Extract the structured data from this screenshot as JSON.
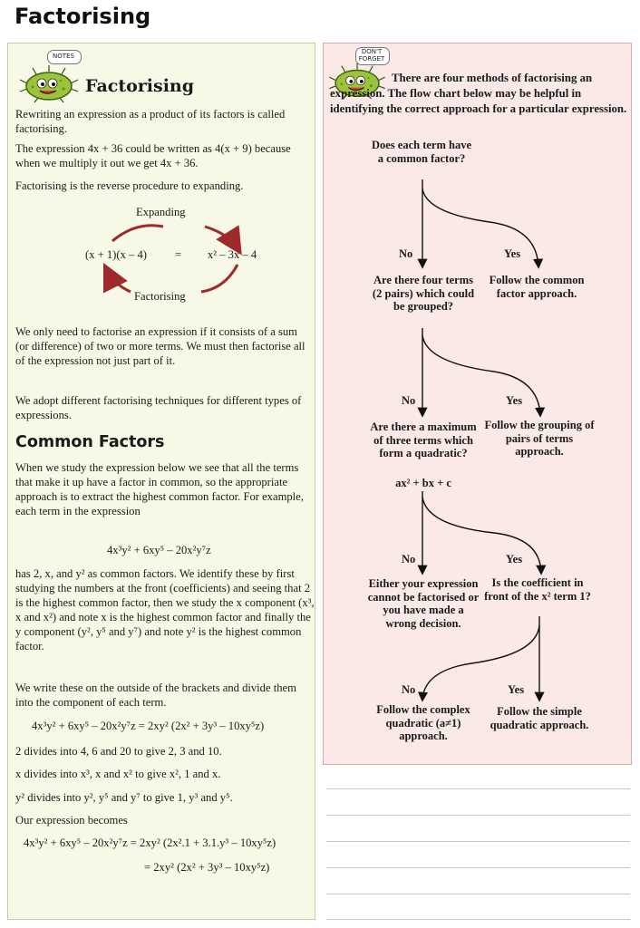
{
  "page_title": "Factorising",
  "notes_tag": "NOTES",
  "dont_forget_tag_line1": "DON'T",
  "dont_forget_tag_line2": "FORGET",
  "left": {
    "heading": "Factorising",
    "p1": "Rewriting an expression as a product of its factors is called factorising.",
    "p2": "The expression 4x + 36 could be written as 4(x + 9) because when we multiply it out we get 4x + 36.",
    "p3": "Factorising is the reverse procedure to expanding.",
    "diagram": {
      "expanding": "Expanding",
      "factorising": "Factorising",
      "lhs": "(x + 1)(x – 4)",
      "eq": "=",
      "rhs": "x² – 3x – 4"
    },
    "p4": "We only need to factorise an expression if it consists of a sum (or difference) of two or more terms.  We must then factorise all of the expression not just part of it.",
    "p5": "We adopt different factorising techniques for different types of expressions.",
    "common_heading": "Common Factors",
    "p6": "When we study the expression below we see that all the terms that make it up have a factor in common, so the appropriate approach is to extract the highest common factor.  For example, each term in the expression",
    "expr1": "4x³y² + 6xy⁵ – 20x²y⁷z",
    "p7": "has 2, x, and y² as common factors.  We identify these by first studying the numbers at the front (coefficients) and seeing that 2 is the highest common factor, then we study the x component (x³, x and x²) and note x is the highest common factor and finally the y component (y², y⁵ and y⁷) and note y² is the highest common factor.",
    "p8": "We write these on the outside of the brackets and divide them into the component of each term.",
    "expr2": "4x³y² + 6xy⁵ – 20x²y⁷z  = 2xy² (2x² + 3y³ – 10xy⁵z)",
    "l1": "2 divides into 4, 6 and 20 to give 2, 3 and 10.",
    "l2": "x divides into x³, x and x²  to give x², 1 and x.",
    "l3": "y² divides into y², y⁵ and y⁷  to give 1, y³ and y⁵.",
    "l4": "Our expression becomes",
    "expr3": "4x³y² + 6xy⁵ – 20x²y⁷z = 2xy² (2x².1 + 3.1.y³ – 10xy⁵z)",
    "expr4": "= 2xy² (2x² + 3y³ – 10xy⁵z)"
  },
  "right": {
    "intro": "There are four methods of factorising an expression.  The flow chart below may be helpful in identifying the correct approach for a particular expression.",
    "q1": "Does each term have a common factor?",
    "no": "No",
    "yes": "Yes",
    "a1": "Follow the common factor approach.",
    "q2": "Are there four terms (2 pairs) which could be grouped?",
    "a2": "Follow the grouping of pairs of terms approach.",
    "q3": "Are there a maximum of three terms which form a quadratic?",
    "q3_formula": "ax² + bx + c",
    "a3": "Either your expression cannot be factorised or you have made a wrong decision.",
    "q4": "Is the coefficient in front of the x² term 1?",
    "a4": "Follow the complex quadratic (a≠1) approach.",
    "a5": "Follow the simple quadratic approach."
  },
  "colors": {
    "left_panel": "#f7f8e6",
    "right_panel": "#fbe9e7",
    "arrow_red": "#9e2a2b",
    "bug_green": "#9bc43a"
  }
}
